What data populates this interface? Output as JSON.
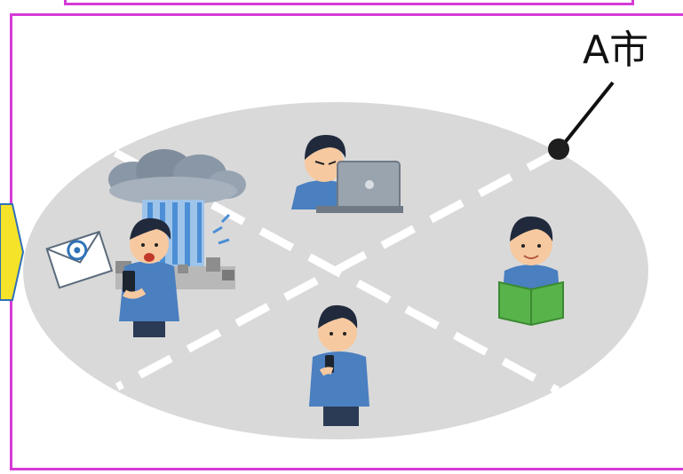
{
  "region": {
    "label": "A市"
  },
  "figures": [
    {
      "name": "flood-person",
      "icon": "phone-person-icon"
    },
    {
      "name": "laptop-person",
      "icon": "laptop-person-icon"
    },
    {
      "name": "reading-person",
      "icon": "book-reader-icon"
    },
    {
      "name": "calling-person",
      "icon": "phone-call-person-icon"
    }
  ],
  "colors": {
    "frame": "#d63bd6",
    "region_fill": "#d9d9d9",
    "divider": "#ffffff",
    "arrow_fill": "#f5e32a",
    "arrow_stroke": "#2f72b8",
    "shirt": "#4a7fc0",
    "hair": "#202a3c",
    "skin": "#f6c9a0"
  }
}
